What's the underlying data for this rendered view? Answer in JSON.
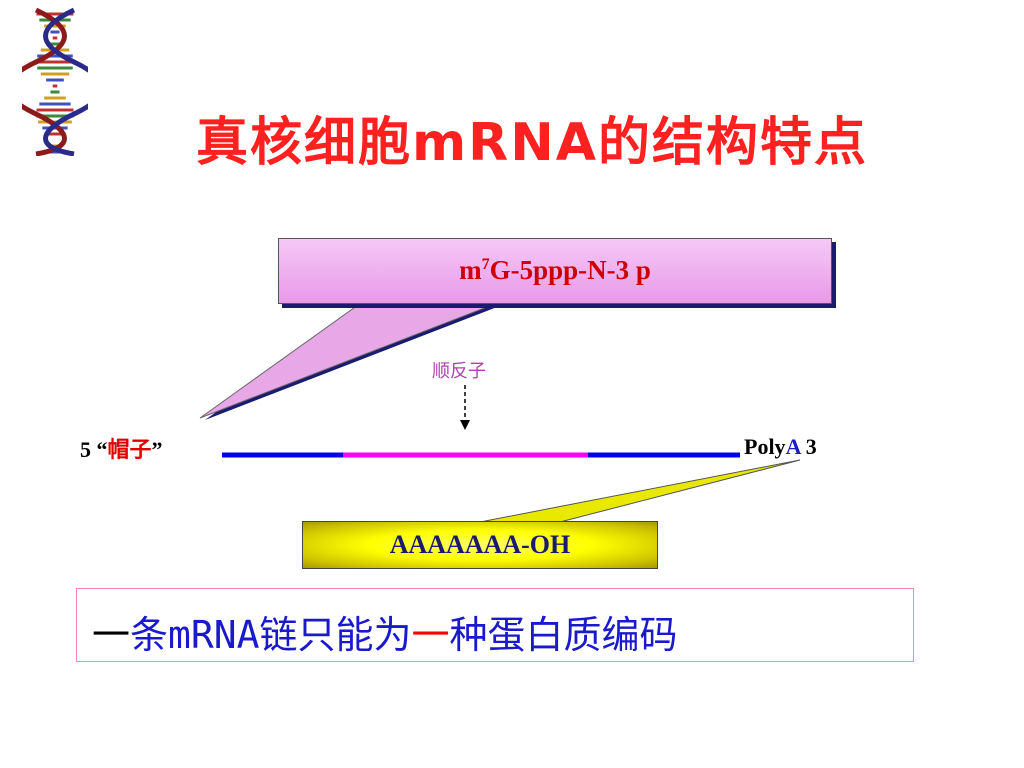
{
  "title": "真核细胞mRNA的结构特点",
  "cap_structure": {
    "base": "m",
    "superscript": "7",
    "rest": "G-5ppp-N-3  p"
  },
  "cistron_label": "顺反子",
  "five_prime": {
    "number": "5",
    "open_quote": "“",
    "cap_word": "帽子",
    "close_quote": "”"
  },
  "three_prime": {
    "poly": "Poly",
    "a": "A",
    "number": " 3"
  },
  "polya_tail": "AAAAAAA-OH",
  "statement": {
    "part1": "一",
    "part2": "条mRNA链只能为",
    "part3": "一",
    "part4": "种蛋白质编码"
  },
  "colors": {
    "title": "#ff2020",
    "line_blue": "#0000ee",
    "line_magenta": "#ff00ff",
    "cap_box": "#f0b0f0",
    "polya_box": "#ffff00"
  }
}
